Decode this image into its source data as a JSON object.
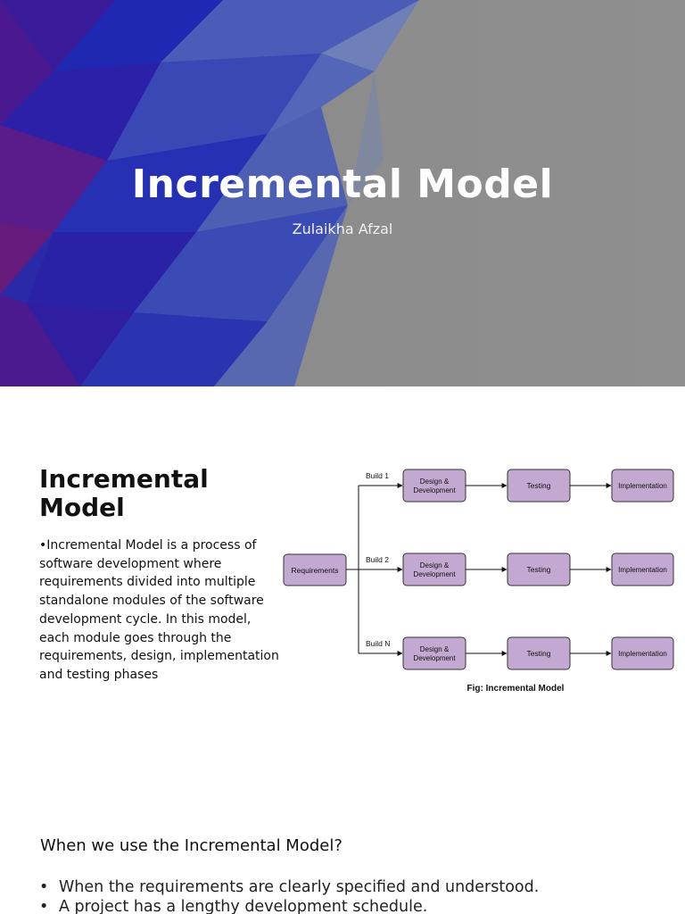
{
  "slide1": {
    "title": "Incremental Model",
    "author": "Zulaikha Afzal"
  },
  "slide2": {
    "heading": "Incremental Model",
    "paragraph_lines": [
      "•Incremental Model is a process of",
      "software development where",
      "requirements divided into multiple",
      "standalone modules of the software",
      "development cycle. In this model,",
      "each module goes through the",
      "requirements, design, implementation",
      "and testing phases"
    ],
    "diagram": {
      "requirements": "Requirements",
      "builds": [
        {
          "label": "Build 1",
          "design": [
            "Design &",
            "Development"
          ],
          "testing": "Testing",
          "implementation": "Implementation"
        },
        {
          "label": "Build 2",
          "design": [
            "Design &",
            "Development"
          ],
          "testing": "Testing",
          "implementation": "Implementation"
        },
        {
          "label": "Build N",
          "design": [
            "Design &",
            "Development"
          ],
          "testing": "Testing",
          "implementation": "Implementation"
        }
      ],
      "caption": "Fig: Incremental Model",
      "box_color": "#c3a9d2"
    }
  },
  "slide3": {
    "question": "When we use the Incremental Model?",
    "bullets": [
      "When the requirements are clearly specified and understood.",
      "A project has a lengthy development schedule."
    ]
  }
}
